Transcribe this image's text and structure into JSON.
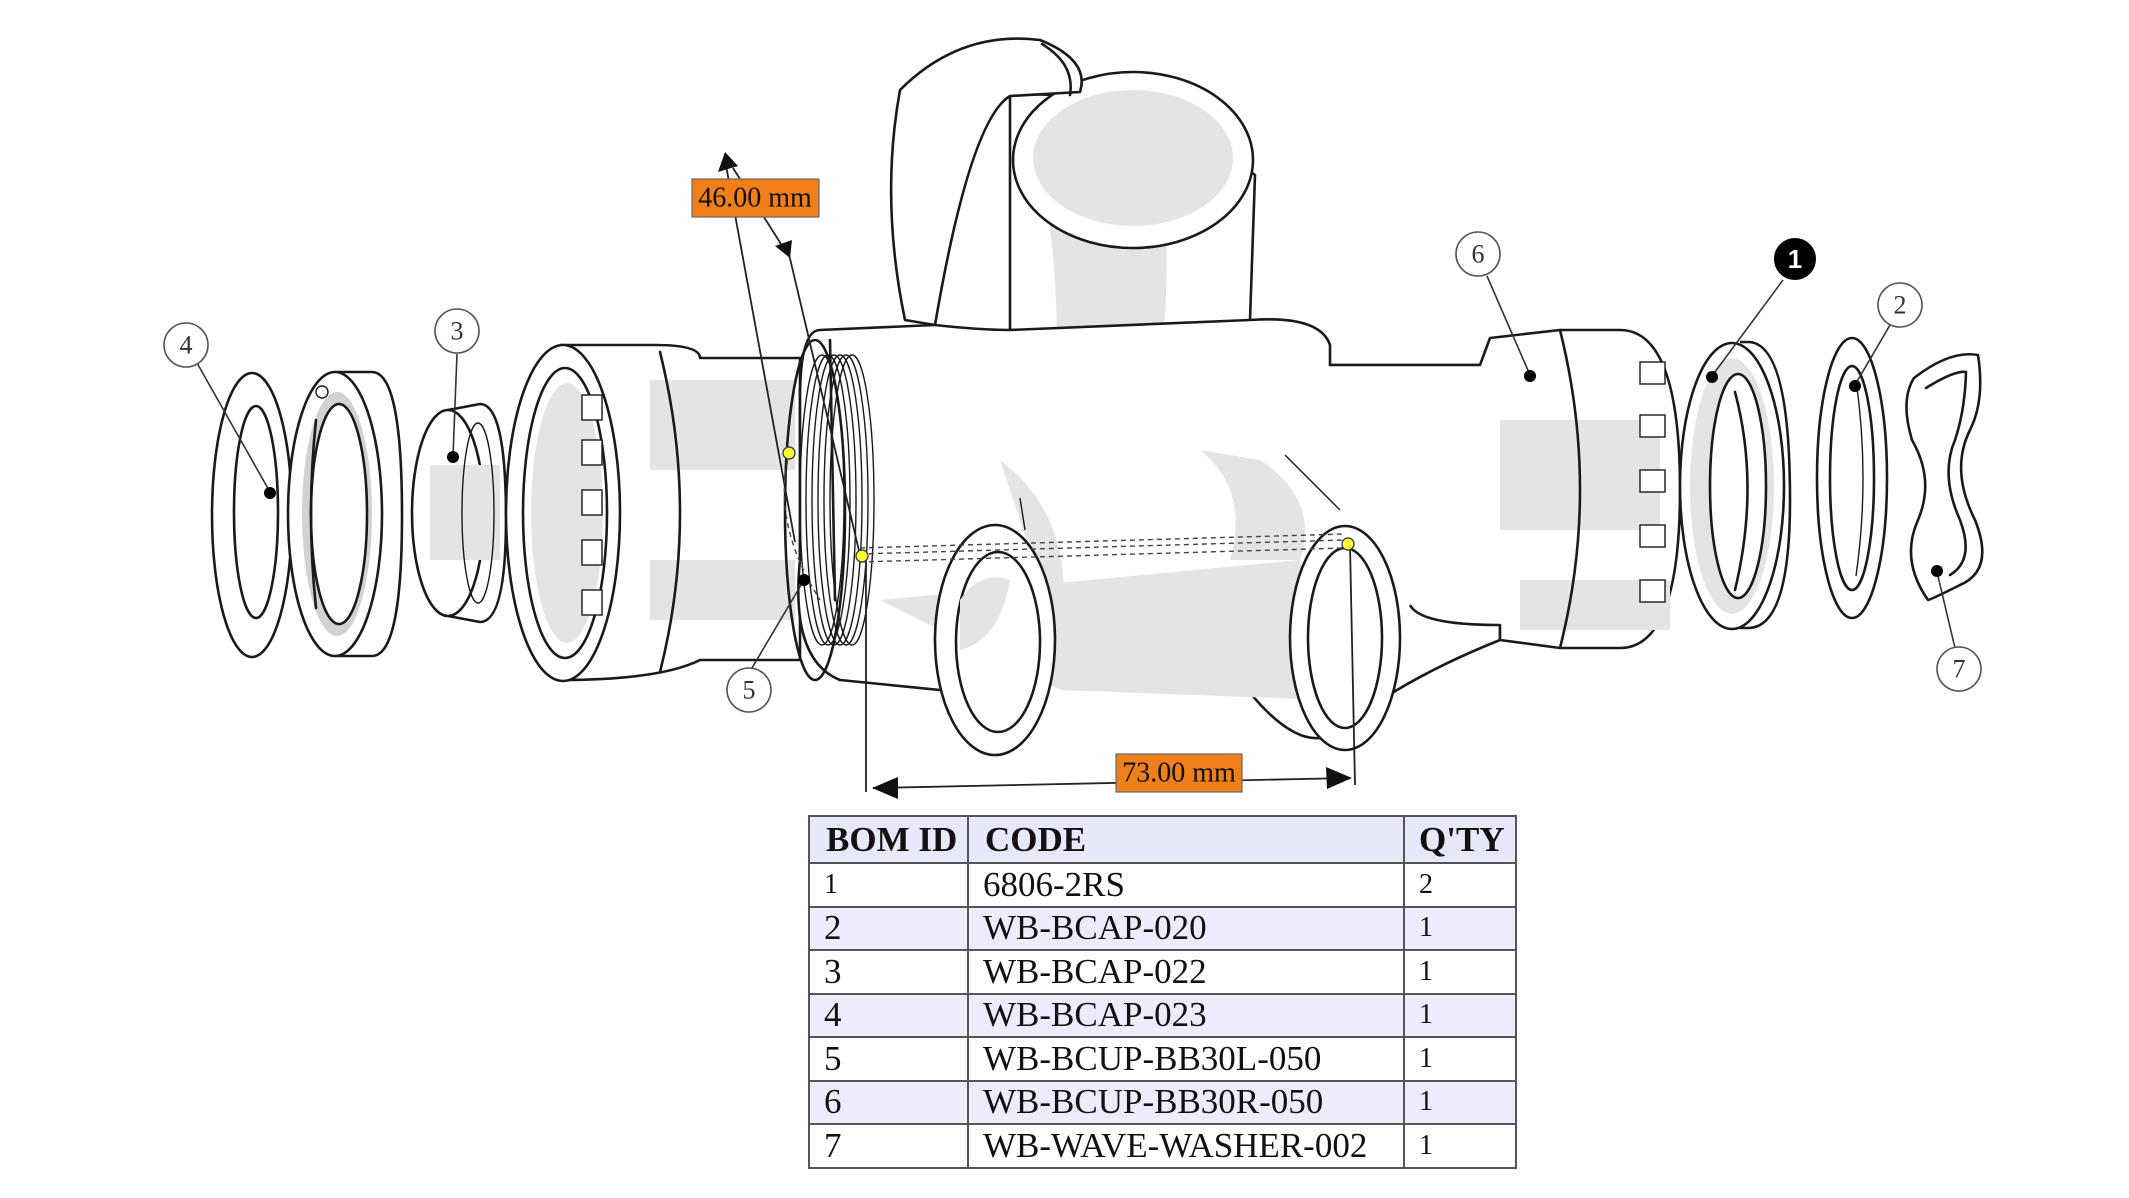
{
  "dimensions": {
    "dim_vertical": "46.00 mm",
    "dim_horizontal": "73.00 mm"
  },
  "balloons": [
    {
      "id": "1",
      "selected": true
    },
    {
      "id": "2",
      "selected": false
    },
    {
      "id": "3",
      "selected": false
    },
    {
      "id": "4",
      "selected": false
    },
    {
      "id": "5",
      "selected": false
    },
    {
      "id": "6",
      "selected": false
    },
    {
      "id": "7",
      "selected": false
    }
  ],
  "bom": {
    "headers": {
      "id": "BOM ID",
      "code": "CODE",
      "qty": "Q'TY"
    },
    "rows": [
      {
        "id": "1",
        "code": "6806-2RS",
        "qty": "2"
      },
      {
        "id": "2",
        "code": "WB-BCAP-020",
        "qty": "1"
      },
      {
        "id": "3",
        "code": "WB-BCAP-022",
        "qty": "1"
      },
      {
        "id": "4",
        "code": "WB-BCAP-023",
        "qty": "1"
      },
      {
        "id": "5",
        "code": "WB-BCUP-BB30L-050",
        "qty": "1"
      },
      {
        "id": "6",
        "code": "WB-BCUP-BB30R-050",
        "qty": "1"
      },
      {
        "id": "7",
        "code": "WB-WAVE-WASHER-002",
        "qty": "1"
      }
    ]
  },
  "colors": {
    "dimension_label_bg": "#f07f1a",
    "header_bg": "#e8e8fb",
    "alt_row_bg": "#ececfc",
    "selected_balloon": "#000000"
  }
}
